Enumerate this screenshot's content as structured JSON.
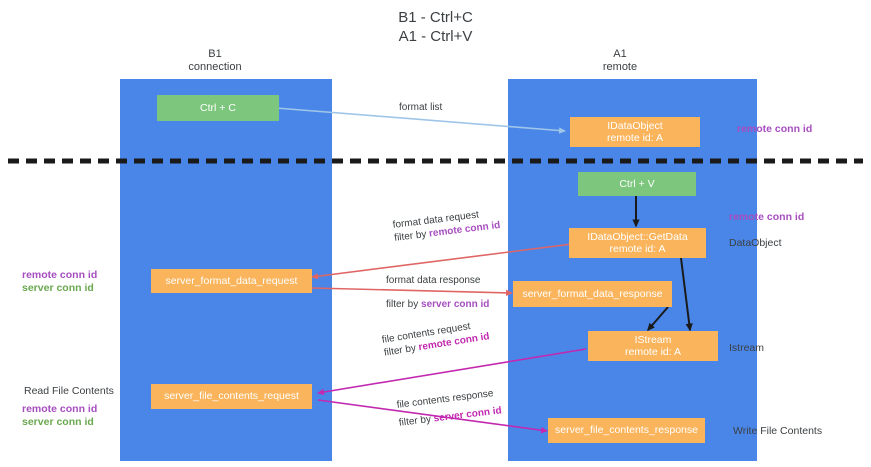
{
  "title": {
    "line1": "B1 - Ctrl+C",
    "line2": "A1 - Ctrl+V"
  },
  "columns": {
    "left": {
      "name": "B1",
      "role": "connection"
    },
    "right": {
      "name": "A1",
      "role": "remote"
    }
  },
  "nodes": {
    "ctrl_c": {
      "label": "Ctrl + C",
      "color": "#7dc67d"
    },
    "ctrl_v": {
      "label": "Ctrl + V",
      "color": "#7dc67d"
    },
    "idataobject": {
      "line1": "IDataObject",
      "line2": "remote id: A",
      "color": "#f9b45c"
    },
    "getdata": {
      "line1": "IDataObject::GetData",
      "line2": "remote id: A",
      "color": "#f9b45c"
    },
    "server_format_data_request": {
      "label": "server_format_data_request",
      "color": "#f9b45c"
    },
    "server_format_data_response": {
      "label": "server_format_data_response",
      "color": "#f9b45c"
    },
    "istream": {
      "line1": "IStream",
      "line2": "remote id: A",
      "color": "#f9b45c"
    },
    "server_file_contents_request": {
      "label": "server_file_contents_request",
      "color": "#f9b45c"
    },
    "server_file_contents_response": {
      "label": "server_file_contents_response",
      "color": "#f9b45c"
    }
  },
  "edges": {
    "format_list": {
      "label": "format list",
      "color": "#9fc5e8"
    },
    "format_data_request": {
      "line1": "format data request",
      "filter_prefix": "filter by ",
      "filter_key": "remote conn id",
      "color": "#e06666"
    },
    "format_data_response": {
      "line1": "format data response",
      "filter_prefix": "filter by ",
      "filter_key": "server conn id",
      "color": "#e06666"
    },
    "file_contents_request": {
      "line1": "file contents request",
      "filter_prefix": "filter by ",
      "filter_key": "remote conn id",
      "color": "#c229b0"
    },
    "file_contents_response": {
      "line1": "file contents response",
      "filter_prefix": "filter by ",
      "filter_key": "server conn id",
      "color": "#c229b0"
    }
  },
  "annotations": {
    "right_remote_conn_top": "remote conn id",
    "right_remote_conn_mid": "remote conn id",
    "right_dataobject": "DataObject",
    "right_istream": "Istream",
    "right_write_file_contents": "Write File Contents",
    "left_remote_conn_id": "remote conn id",
    "left_server_conn_id": "server conn id",
    "left_read_file_contents": "Read File Contents",
    "left_remote_conn_id_2": "remote conn id",
    "left_server_conn_id_2": "server conn id"
  },
  "colors": {
    "lane": "#4a86e8",
    "green_node": "#7dc67d",
    "orange_node": "#f9b45c",
    "purple": "#a64dbf",
    "green_text": "#6aa84f",
    "magenta": "#c229b0",
    "red_edge": "#e06666",
    "blue_edge": "#9fc5e8",
    "divider": "#1a1a1a"
  }
}
